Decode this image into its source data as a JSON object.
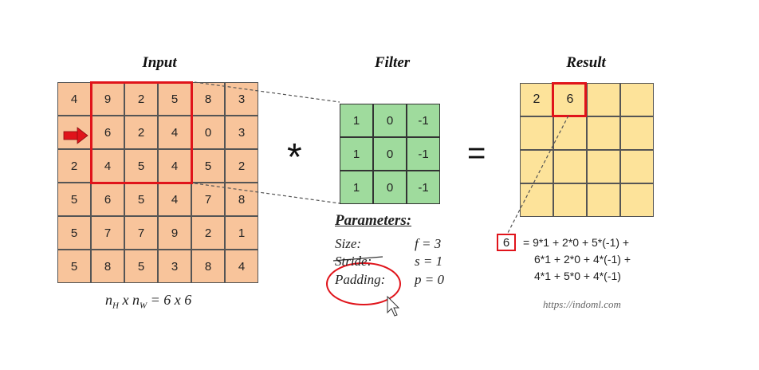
{
  "titles": {
    "input": "Input",
    "filter": "Filter",
    "result": "Result"
  },
  "input_matrix": [
    [
      "4",
      "9",
      "2",
      "5",
      "8",
      "3"
    ],
    [
      "",
      "6",
      "2",
      "4",
      "0",
      "3"
    ],
    [
      "2",
      "4",
      "5",
      "4",
      "5",
      "2"
    ],
    [
      "5",
      "6",
      "5",
      "4",
      "7",
      "8"
    ],
    [
      "5",
      "7",
      "7",
      "9",
      "2",
      "1"
    ],
    [
      "5",
      "8",
      "5",
      "3",
      "8",
      "4"
    ]
  ],
  "filter_matrix": [
    [
      "1",
      "0",
      "-1"
    ],
    [
      "1",
      "0",
      "-1"
    ],
    [
      "1",
      "0",
      "-1"
    ]
  ],
  "result_matrix": [
    [
      "2",
      "6",
      "",
      ""
    ],
    [
      "",
      "",
      "",
      ""
    ],
    [
      "",
      "",
      "",
      ""
    ],
    [
      "",
      "",
      "",
      ""
    ]
  ],
  "operators": {
    "convolve": "*",
    "equals": "="
  },
  "parameters": {
    "header": "Parameters:",
    "size_label": "Size:",
    "size_value": "f = 3",
    "stride_label": "Stride:",
    "stride_value": "s = 1",
    "padding_label": "Padding:",
    "padding_value": "p = 0"
  },
  "equation": {
    "result_value": "6",
    "line1": "= 9*1 + 2*0 + 5*(-1) +",
    "line2": "6*1 + 2*0 + 4*(-1) +",
    "line3": "4*1 + 5*0 + 4*(-1)"
  },
  "caption": {
    "n": "n",
    "h": "H",
    "x": " x ",
    "w": "W",
    "rest": " =  6 x 6"
  },
  "source_url": "https://indoml.com",
  "colors": {
    "highlight": "#e0141b",
    "input_cell": "#f8c49b",
    "filter_cell": "#9fdb9d",
    "result_cell": "#fde39a"
  }
}
